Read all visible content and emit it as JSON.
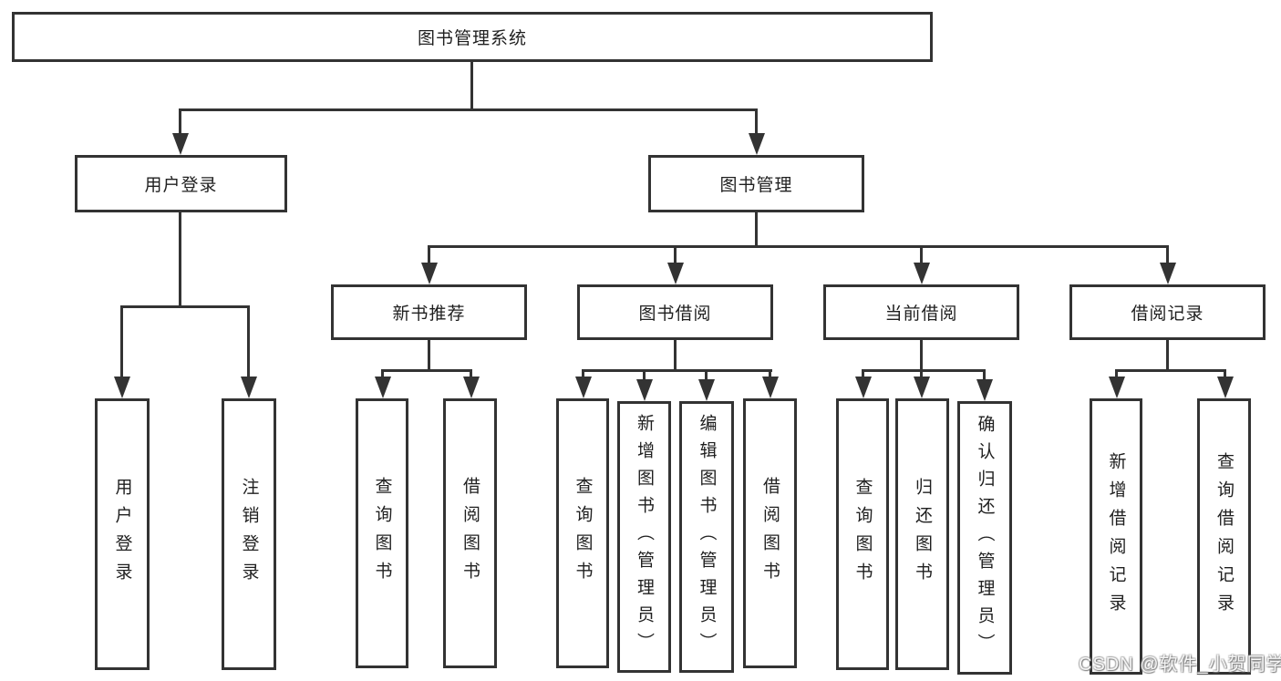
{
  "diagram": {
    "root": {
      "label": "图书管理系统"
    },
    "level1": [
      {
        "label": "用户登录"
      },
      {
        "label": "图书管理"
      }
    ],
    "level2": [
      {
        "label": "新书推荐"
      },
      {
        "label": "图书借阅"
      },
      {
        "label": "当前借阅"
      },
      {
        "label": "借阅记录"
      }
    ],
    "leaves": {
      "user_login": [
        "用户登录",
        "注销登录"
      ],
      "new_book": [
        "查询图书",
        "借阅图书"
      ],
      "borrow": [
        "查询图书",
        "新增图书（管理员）",
        "编辑图书（管理员）",
        "借阅图书"
      ],
      "current": [
        "查询图书",
        "归还图书",
        "确认归还（管理员）"
      ],
      "records": [
        "新增借阅记录",
        "查询借阅记录"
      ]
    },
    "line_color": "#333333"
  },
  "watermark": {
    "text": "CSDN @软件_小贺同学"
  }
}
